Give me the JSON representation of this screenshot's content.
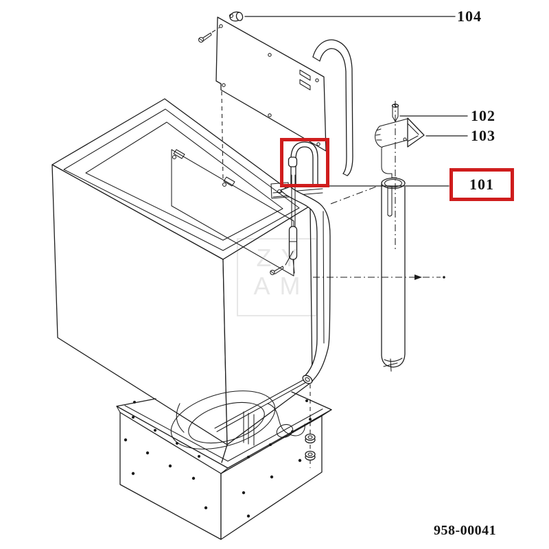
{
  "diagram": {
    "callouts": [
      {
        "id": "104",
        "label": "104",
        "highlighted": false
      },
      {
        "id": "102",
        "label": "102",
        "highlighted": false
      },
      {
        "id": "103",
        "label": "103",
        "highlighted": false
      },
      {
        "id": "101",
        "label": "101",
        "highlighted": true
      }
    ],
    "highlighted_callout": "101",
    "part_number": "958-00041",
    "watermark": {
      "line1": "ZY",
      "line2": "AM"
    },
    "colors": {
      "highlight": "#cf1d1d",
      "line": "#1c1c1c",
      "background": "#ffffff",
      "watermark": "#e7e7e7"
    }
  }
}
